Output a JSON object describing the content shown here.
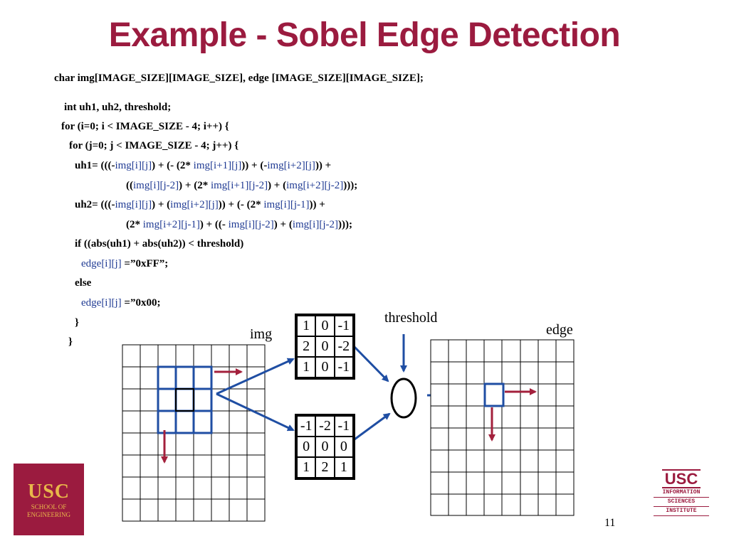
{
  "slide": {
    "title": "Example - Sobel Edge Detection",
    "page_number": "11"
  },
  "code": {
    "l1": "char img[IMAGE_SIZE][IMAGE_SIZE], edge [IMAGE_SIZE][IMAGE_SIZE];",
    "l2": "int uh1, uh2, threshold;",
    "l3": "for (i=0; i < IMAGE_SIZE - 4; i++) {",
    "l4": "for (j=0; j < IMAGE_SIZE - 4; j++) {",
    "l5": {
      "t1": "uh1= (((-",
      "b1": "img[i][j]",
      "t2": ") + (- (2* ",
      "b2": "img[i+1][j]",
      "t3": ")) + (-",
      "b3": "img[i+2][j]",
      "t4": ")) +"
    },
    "l6": {
      "t1": "((",
      "b1": "img[i][j-2]",
      "t2": ") + (2* ",
      "b2": "img[i+1][j-2]",
      "t3": ") + (",
      "b3": "img[i+2][j-2]",
      "t4": ")));"
    },
    "l7": {
      "t1": "uh2= (((-",
      "b1": "img[i][j]",
      "t2": ") + (",
      "b2": "img[i+2][j]",
      "t3": ")) + (- (2* ",
      "b3": "img[i][j-1]",
      "t4": ")) +"
    },
    "l8": {
      "t1": "(2* ",
      "b1": "img[i+2][j-1]",
      "t2": ") + ((- ",
      "b2": "img[i][j-2]",
      "t3": ") + (",
      "b3": "img[i][j-2]",
      "t4": ")));"
    },
    "l9": "if ((abs(uh1) + abs(uh2)) < threshold)",
    "l10": {
      "b1": "edge[i][j]",
      "t1": " =”0xFF”;"
    },
    "l11": "else",
    "l12": {
      "b1": "edge[i][j]",
      "t1": " =”0x00;"
    },
    "l13": "}",
    "l14": "}"
  },
  "diagram": {
    "img_label": "img",
    "edge_label": "edge",
    "threshold_label": "threshold",
    "kernel_top": [
      "1",
      "0",
      "-1",
      "2",
      "0",
      "-2",
      "1",
      "0",
      "-1"
    ],
    "kernel_bottom": [
      "-1",
      "-2",
      "-1",
      "0",
      "0",
      "0",
      "1",
      "2",
      "1"
    ],
    "colors": {
      "arrow_blue": "#1f4ea3",
      "arrow_red": "#a3203c",
      "grid": "#000000"
    }
  },
  "logos": {
    "usc_engineering": {
      "name": "USC",
      "line1": "SCHOOL OF",
      "line2": "ENGINEERING"
    },
    "isi": {
      "name": "USC",
      "line1": "INFORMATION",
      "line2": "SCIENCES",
      "line3": "INSTITUTE"
    }
  }
}
